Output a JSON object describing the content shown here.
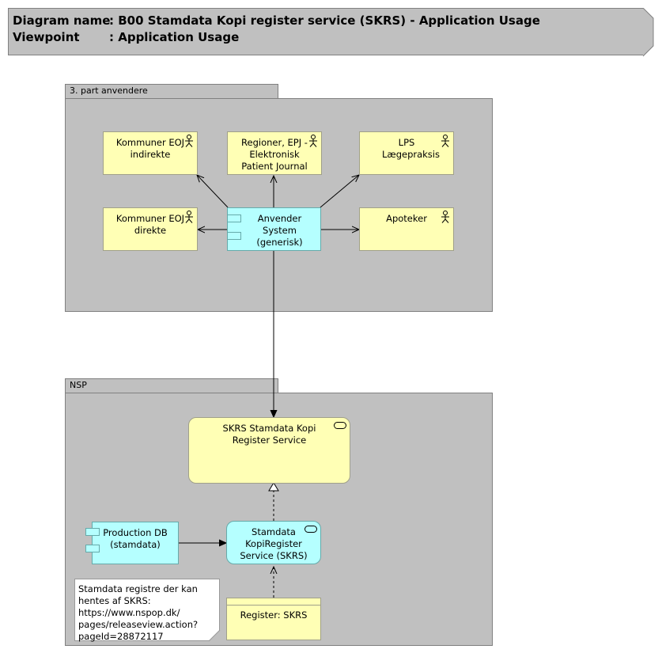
{
  "header": {
    "diagram_name_key": "Diagram name",
    "diagram_name_value": ": B00 Stamdata Kopi register service (SKRS) - Application Usage",
    "viewpoint_key": "Viewpoint",
    "viewpoint_value": ": Application Usage"
  },
  "groups": {
    "third_party": "3. part anvendere",
    "nsp": "NSP"
  },
  "nodes": {
    "kommuner_indirekte": "Kommuner EOJ indirekte",
    "regioner": "Regioner, EPJ - Elektronisk Patient Journal",
    "lps": "LPS Lægepraksis",
    "kommuner_direkte": "Kommuner EOJ direkte",
    "anvender_system": "Anvender System (generisk)",
    "apoteker": "Apoteker",
    "skrs_service": "SKRS Stamdata Kopi Register Service",
    "production_db": "Production DB (stamdata)",
    "kopiregister_service": "Stamdata KopiRegister Service (SKRS)",
    "register": "Register: SKRS"
  },
  "note": "Stamdata registre der kan hentes af SKRS: https://www.nspop.dk/ pages/releaseview.action? pageId=28872117",
  "colors": {
    "business_actor": "#ffffb5",
    "application": "#b5ffff",
    "group": "#c0c0c0"
  }
}
